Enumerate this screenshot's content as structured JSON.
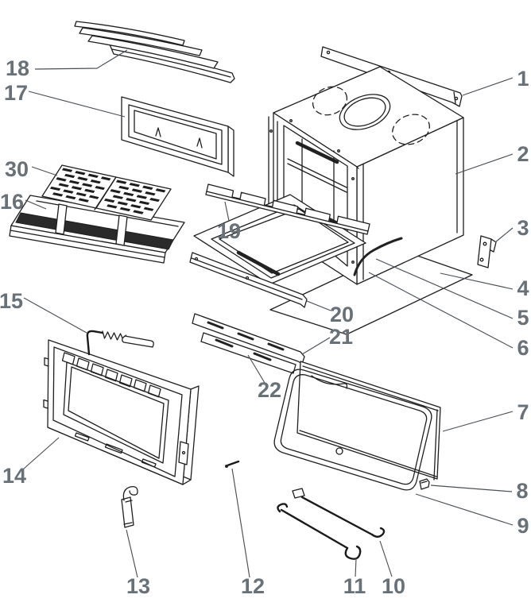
{
  "diagram": {
    "background": "#ffffff",
    "line_color": "#1e1e1e",
    "label_color": "#687078",
    "labels": [
      {
        "text": "18"
      },
      {
        "text": "17"
      },
      {
        "text": "30"
      },
      {
        "text": "16"
      },
      {
        "text": "15"
      },
      {
        "text": "14"
      },
      {
        "text": "13"
      },
      {
        "text": "12"
      },
      {
        "text": "11"
      },
      {
        "text": "10"
      },
      {
        "text": "1"
      },
      {
        "text": "2"
      },
      {
        "text": "3"
      },
      {
        "text": "4"
      },
      {
        "text": "5"
      },
      {
        "text": "6"
      },
      {
        "text": "7"
      },
      {
        "text": "8"
      },
      {
        "text": "9"
      },
      {
        "text": "19"
      },
      {
        "text": "20"
      },
      {
        "text": "21"
      },
      {
        "text": "22"
      }
    ]
  }
}
